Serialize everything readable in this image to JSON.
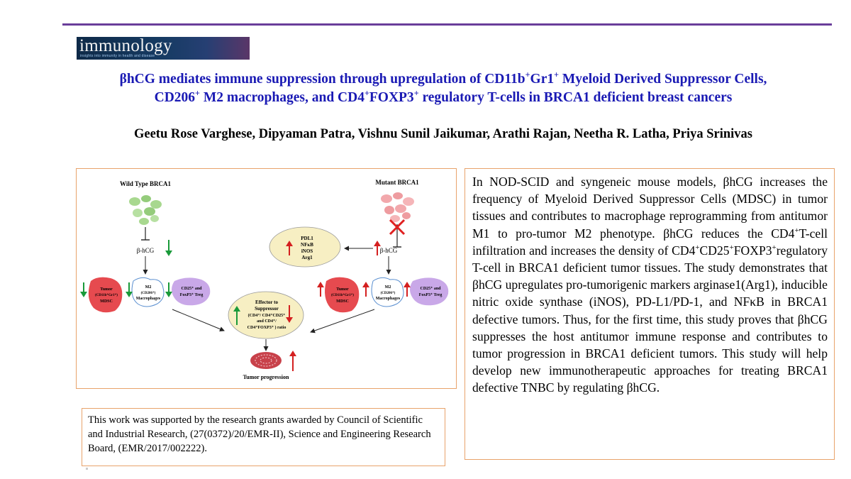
{
  "journal": {
    "name": "immunology",
    "tagline": "insights into immunity in health and disease"
  },
  "colors": {
    "title": "#1a1ab4",
    "rule": "#6a3d9a",
    "box_border": "#e8a36b"
  },
  "title": {
    "line1": [
      "βhCG mediates immune suppression through upregulation of CD11b",
      "+",
      "Gr1",
      "+",
      " Myeloid Derived Suppressor Cells,"
    ],
    "line2": [
      "CD206",
      "+",
      " M2 macrophages, and CD4",
      "+",
      "FOXP3",
      "+",
      " regulatory T-cells in BRCA1 deficient breast cancers"
    ]
  },
  "authors": "Geetu Rose Varghese, Dipyaman Patra, Vishnu Sunil Jaikumar, Arathi Rajan, Neetha R. Latha, Priya Srinivas",
  "figure": {
    "wild_type_label": "Wild Type BRCA1",
    "mutant_label": "Mutant BRCA1",
    "bhcg": "β-hCG",
    "tumor_mdsc": [
      "Tumor",
      "(CD11b⁺Gr1⁺)",
      "MDSC"
    ],
    "m2": [
      "M2",
      "(CD206⁺)",
      "Macrophages"
    ],
    "treg": [
      "CD25⁺ and",
      "FoxP3⁺ Treg"
    ],
    "markers": [
      "PDL1",
      "NFκB",
      "iNOS",
      "Arg1"
    ],
    "effector": [
      "Effector to",
      "Suppressor",
      "(CD4⁺/ CD4⁺CD25⁺",
      "and CD4⁺/",
      "CD4⁺FOXP3⁺ ) ratio"
    ],
    "tumor_progression": "Tumor progression"
  },
  "funding": "This work was supported by the research grants awarded by Council of Scientific and Industrial Research, (27(0372)/20/EMR-II),  Science and Engineering  Research Board, (EMR/2017/002222).",
  "abstract": [
    "In NOD-SCID and syngeneic mouse models, βhCG increases the frequency of Myeloid Derived Suppressor Cells (MDSC) in tumor tissues and contributes to macrophage reprogramming from antitumor M1 to pro-tumor M2 phenotype. βhCG reduces the CD4",
    "+",
    "T-cell infiltration and increases the density of CD4",
    "+",
    "CD25",
    "+",
    "FOXP3",
    "+",
    "regulatory T-cell in BRCA1 deficient tumor tissues. The study demonstrates that βhCG upregulates pro-tumorigenic markers arginase1(Arg1), inducible nitric oxide synthase (iNOS), PD-L1/PD-1, and NFκB in BRCA1 defective tumors. Thus, for the first time, this study proves that βhCG suppresses the host antitumor immune response and contributes to tumor progression in BRCA1 deficient tumors. This study will help develop new immunotherapeutic approaches for treating BRCA1 defective TNBC by regulating βhCG."
  ]
}
